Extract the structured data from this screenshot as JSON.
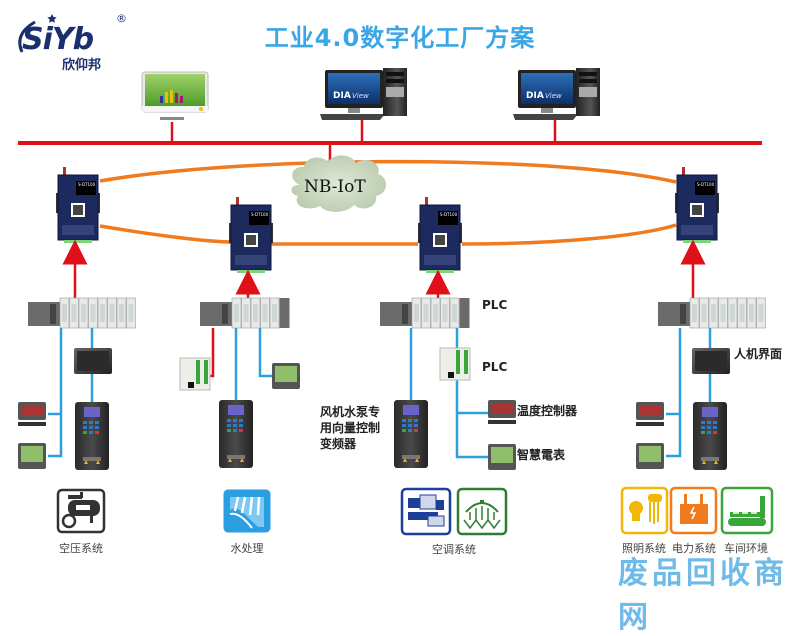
{
  "logo": {
    "brand": "SiYb",
    "registered": "®",
    "chinese_name": "欣仰邦"
  },
  "title": "工业4.0数字化工厂方案",
  "network": {
    "cloud_label": "NB-IoT",
    "colors": {
      "ethernet_bus": "#e0101a",
      "wireless_ring": "#f07a1e",
      "fieldbus": "#2aa0e0",
      "accent_title": "#3aa6e6"
    }
  },
  "top_devices": [
    {
      "name": "monitor-display",
      "screen_text": ""
    },
    {
      "name": "scada-workstation",
      "screen_text": "DIAView"
    },
    {
      "name": "scada-workstation",
      "screen_text": "DIAView"
    }
  ],
  "gateways": [
    {
      "model": "S-DT100"
    },
    {
      "model": "S-DT100"
    },
    {
      "model": "S-DT100"
    },
    {
      "model": "S-DT100"
    }
  ],
  "labels": {
    "plc_1": "PLC",
    "plc_2": "PLC",
    "inverter": [
      "风机水泵专",
      "用向量控制",
      "变频器"
    ],
    "temp_controller": "温度控制器",
    "smart_meter": "智慧電表",
    "hmi": "人机界面"
  },
  "systems": [
    {
      "label": "空压系统",
      "icon": "air-compressor-icon",
      "color": "#333333"
    },
    {
      "label": "水处理",
      "icon": "water-treatment-icon",
      "color": "#2a9ee0"
    },
    {
      "label": "空调系统",
      "icon": [
        "chiller-icon",
        "cooling-tower-icon"
      ],
      "color": [
        "#1d3f9a",
        "#2e7d32"
      ]
    },
    {
      "label": "照明系统",
      "icon": "lighting-icon",
      "color": "#f2b705"
    },
    {
      "label": "电力系统",
      "icon": "transformer-icon",
      "color": "#f07a1e"
    },
    {
      "label": "车间环境",
      "icon": "workshop-icon",
      "color": "#3aa63a"
    }
  ],
  "watermark": "废品回收商网"
}
